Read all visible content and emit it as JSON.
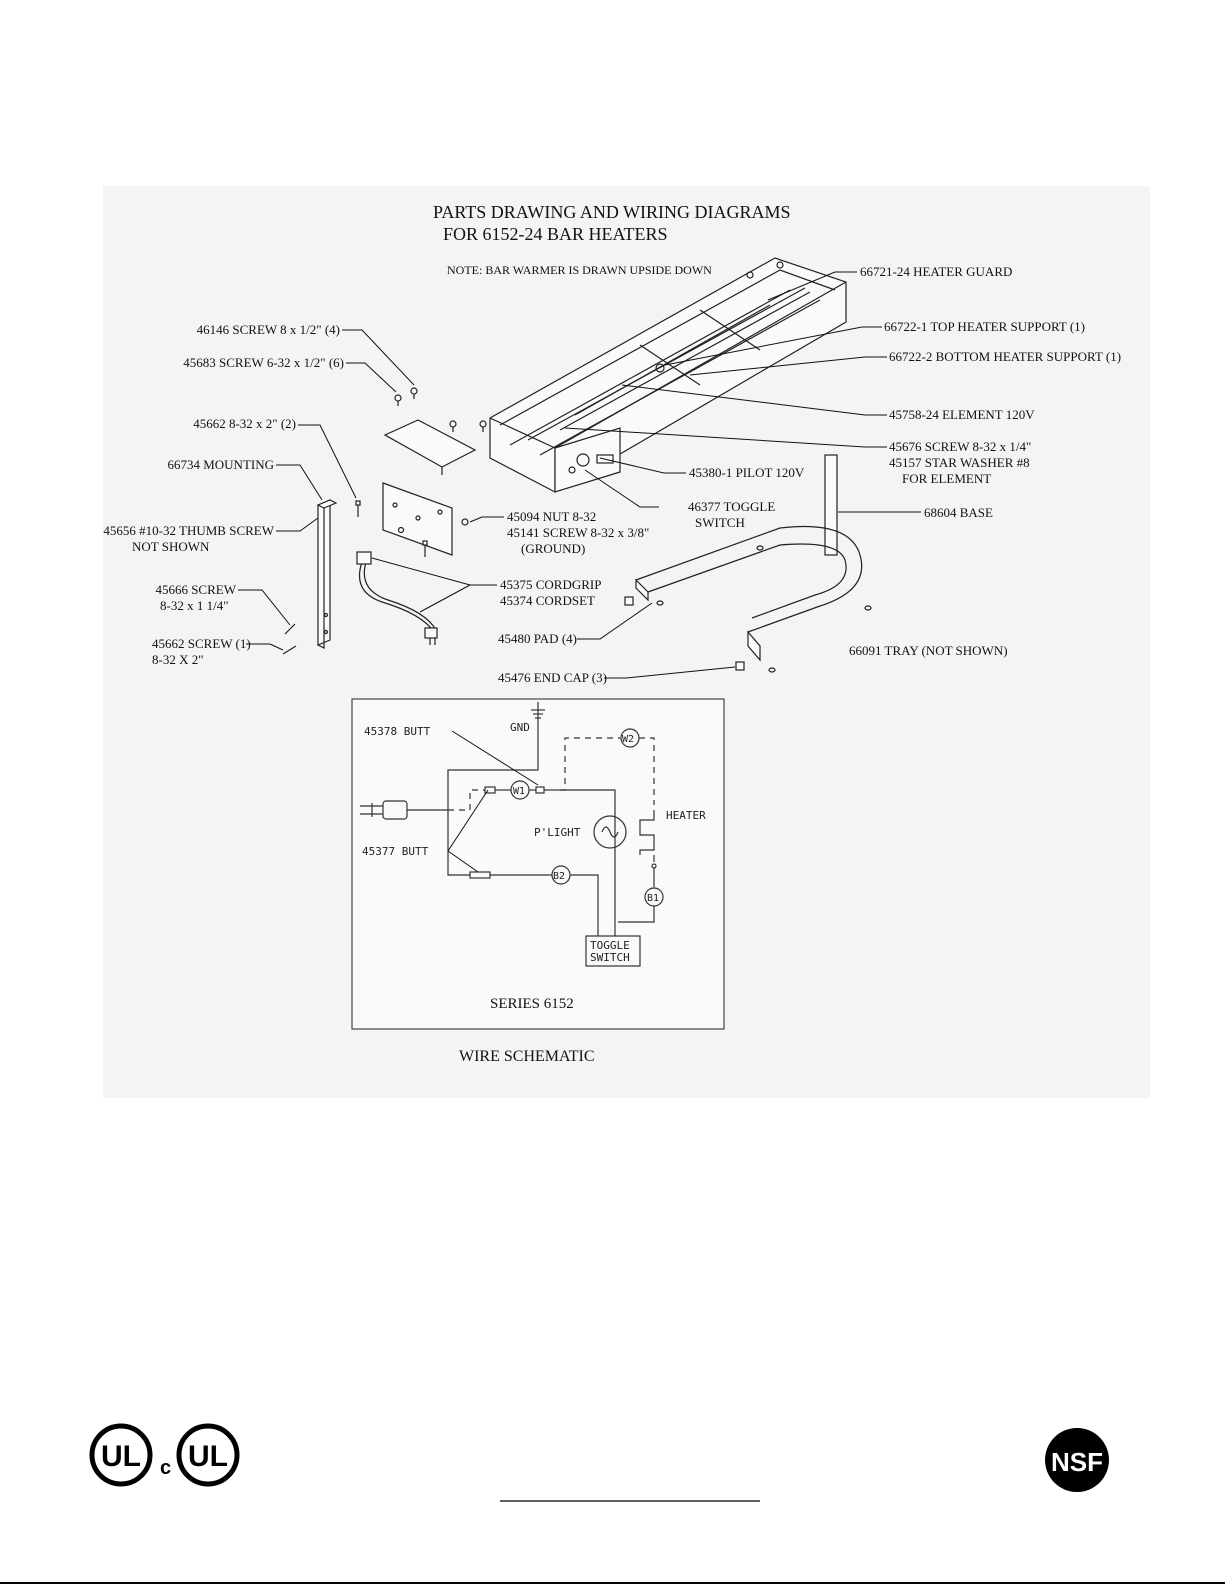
{
  "title_line1": "PARTS DRAWING AND WIRING DIAGRAMS",
  "title_line2": "FOR  6152-24 BAR HEATERS",
  "note": "NOTE: BAR WARMER IS DRAWN UPSIDE DOWN",
  "callouts": {
    "heater_guard": "66721-24 HEATER GUARD",
    "top_support": "66722-1  TOP HEATER SUPPORT (1)",
    "bottom_support": "66722-2 BOTTOM HEATER SUPPORT (1)",
    "element": "45758-24 ELEMENT 120V",
    "screw_element_1": "45676 SCREW 8-32 x 1/4\"",
    "screw_element_2": "45157 STAR WASHER #8",
    "screw_element_3": "FOR ELEMENT",
    "pilot": "45380-1 PILOT 120V",
    "toggle_1": "46377 TOGGLE",
    "toggle_2": "SWITCH",
    "base": "68604 BASE",
    "screw_46146": "46146 SCREW 8 x 1/2\" (4)",
    "screw_45683": "45683 SCREW  6-32 x 1/2\"  (6)",
    "screw_45662a": "45662 8-32 x 2\" (2)",
    "mounting": "66734 MOUNTING",
    "thumb_1": "45656 #10-32 THUMB SCREW",
    "thumb_2": "NOT SHOWN",
    "nut_1": "45094 NUT 8-32",
    "nut_2": "45141  SCREW 8-32 x 3/8\"",
    "nut_3": "(GROUND)",
    "cord_1": "45375 CORDGRIP",
    "cord_2": "45374 CORDSET",
    "screw_45666_1": "45666 SCREW",
    "screw_45666_2": "8-32 x 1  1/4\"",
    "pad": "45480 PAD (4)",
    "screw_45662b_1": "45662 SCREW (1)",
    "screw_45662b_2": "8-32 X 2\"",
    "tray": "66091  TRAY   (NOT SHOWN)",
    "endcap": "45476 END CAP (3)"
  },
  "schematic": {
    "gnd": "GND",
    "butt_45378": "45378 BUTT",
    "butt_45377": "45377 BUTT",
    "w1": "W1",
    "w2": "W2",
    "b1": "B1",
    "b2": "B2",
    "plight": "P'LIGHT",
    "heater": "HEATER",
    "toggle_1": "TOGGLE",
    "toggle_2": "SWITCH",
    "series": "SERIES 6152",
    "caption": "WIRE SCHEMATIC"
  },
  "logos": {
    "ul": "UL",
    "c": "c",
    "nsf": "NSF"
  }
}
